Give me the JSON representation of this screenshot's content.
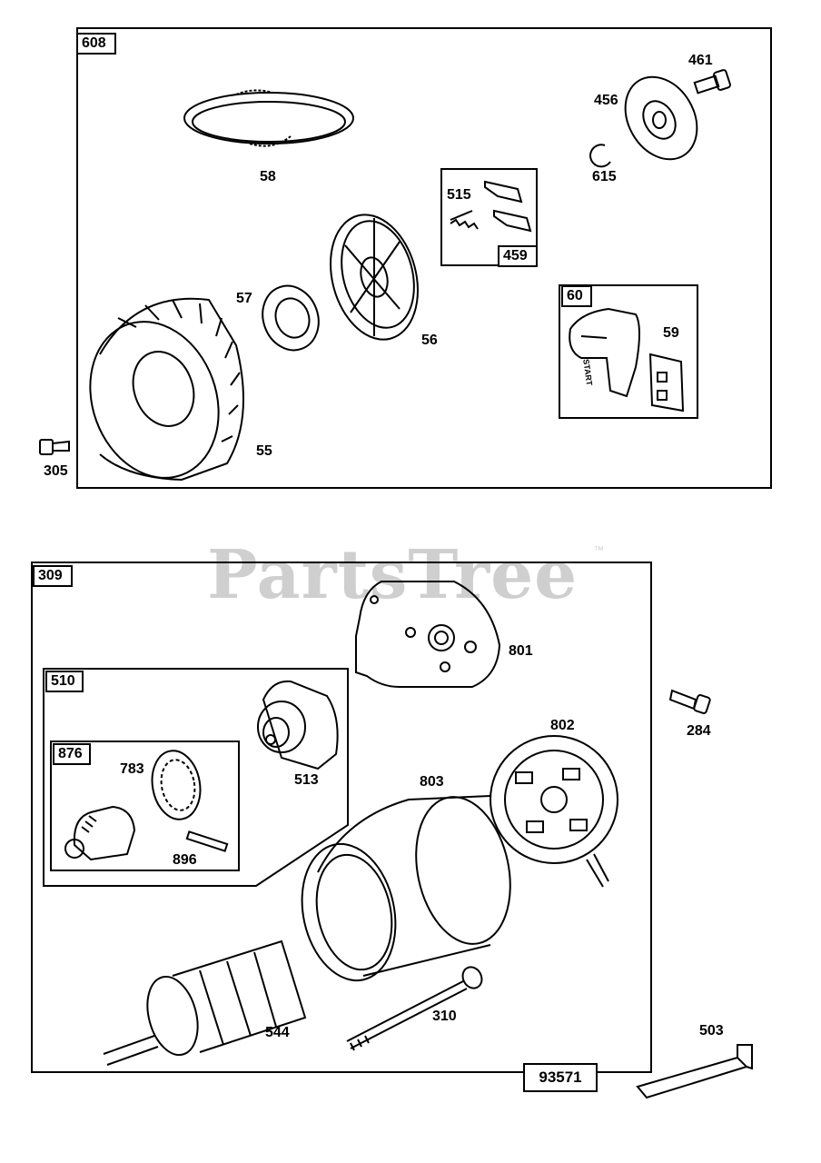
{
  "watermark": {
    "text": "PartsTree",
    "tm": "™"
  },
  "boxes": {
    "b608": "608",
    "b459": "459",
    "b60": "60",
    "b309": "309",
    "b510": "510",
    "b876": "876",
    "b93571": "93571"
  },
  "labels": {
    "l461": "461",
    "l456": "456",
    "l615": "615",
    "l58": "58",
    "l515": "515",
    "l57": "57",
    "l56": "56",
    "l59": "59",
    "l55": "55",
    "l305": "305",
    "l801": "801",
    "l284": "284",
    "l802": "802",
    "l783": "783",
    "l513": "513",
    "l803": "803",
    "l896": "896",
    "l544": "544",
    "l310": "310",
    "l503": "503"
  },
  "handle_text": "START"
}
